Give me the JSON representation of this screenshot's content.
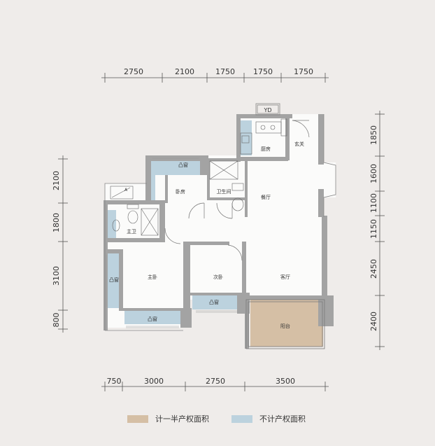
{
  "dimensions": {
    "top": [
      "2750",
      "2100",
      "1750",
      "1750",
      "1750"
    ],
    "bottom": [
      "750",
      "3000",
      "2750",
      "3500"
    ],
    "left": [
      "2100",
      "1800",
      "3100",
      "800"
    ],
    "right": [
      "1850",
      "1600",
      "1100",
      "1150",
      "2450",
      "2400"
    ]
  },
  "rooms": {
    "kitchen": "厨房",
    "entrance": "玄关",
    "dining": "餐厅",
    "guest_bath": "卫生间",
    "bedroom3": "卧房",
    "master_bath": "主卫",
    "master_bedroom": "主卧",
    "bedroom2": "次卧",
    "living": "客厅",
    "balcony": "阳台",
    "bay_window": "凸窗",
    "yd": "YD",
    "ac": "A"
  },
  "legend": {
    "half_area": "计一半产权面积",
    "no_area": "不计产权面积"
  },
  "colors": {
    "half_area": "#d5bfa5",
    "no_area": "#bcd2de",
    "wall": "#a3a3a3",
    "background": "#efecea"
  }
}
